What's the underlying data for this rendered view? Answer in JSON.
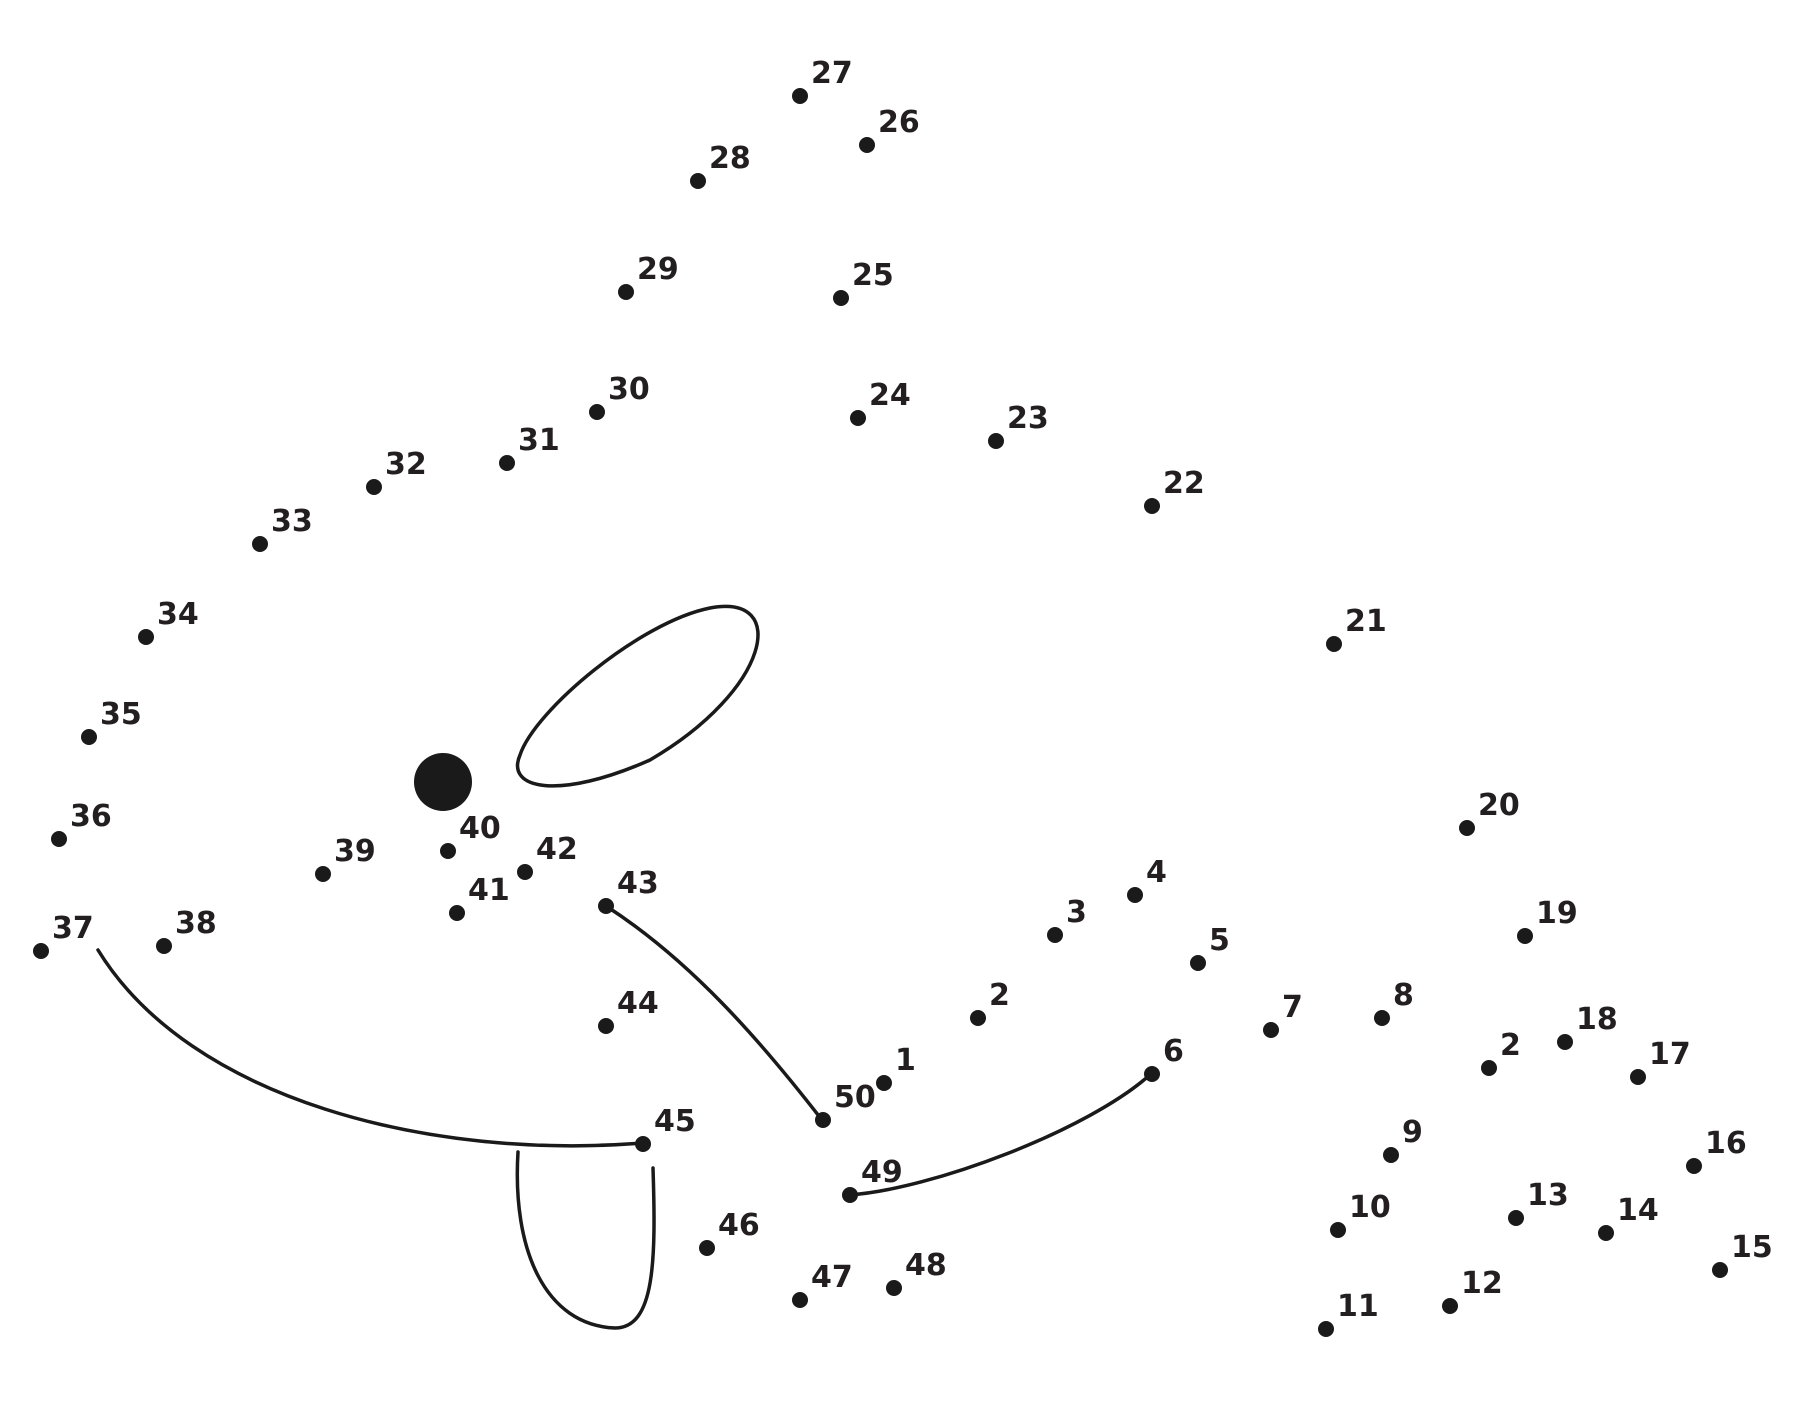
{
  "puzzle": {
    "points": [
      {
        "label": "1"
      },
      {
        "label": "2"
      },
      {
        "label": "3"
      },
      {
        "label": "4"
      },
      {
        "label": "5"
      },
      {
        "label": "6"
      },
      {
        "label": "7"
      },
      {
        "label": "8"
      },
      {
        "label": "9"
      },
      {
        "label": "10"
      },
      {
        "label": "11"
      },
      {
        "label": "12"
      },
      {
        "label": "13"
      },
      {
        "label": "14"
      },
      {
        "label": "15"
      },
      {
        "label": "16"
      },
      {
        "label": "17"
      },
      {
        "label": "18"
      },
      {
        "label": "2"
      },
      {
        "label": "19"
      },
      {
        "label": "20"
      },
      {
        "label": "21"
      },
      {
        "label": "22"
      },
      {
        "label": "23"
      },
      {
        "label": "24"
      },
      {
        "label": "25"
      },
      {
        "label": "26"
      },
      {
        "label": "27"
      },
      {
        "label": "28"
      },
      {
        "label": "29"
      },
      {
        "label": "30"
      },
      {
        "label": "31"
      },
      {
        "label": "32"
      },
      {
        "label": "33"
      },
      {
        "label": "34"
      },
      {
        "label": "35"
      },
      {
        "label": "36"
      },
      {
        "label": "37"
      },
      {
        "label": "38"
      },
      {
        "label": "39"
      },
      {
        "label": "40"
      },
      {
        "label": "41"
      },
      {
        "label": "42"
      },
      {
        "label": "43"
      },
      {
        "label": "44"
      },
      {
        "label": "45"
      },
      {
        "label": "46"
      },
      {
        "label": "47"
      },
      {
        "label": "48"
      },
      {
        "label": "49"
      },
      {
        "label": "50"
      }
    ]
  },
  "colors": {
    "ink": "#1a1a1a",
    "background": "#ffffff"
  }
}
